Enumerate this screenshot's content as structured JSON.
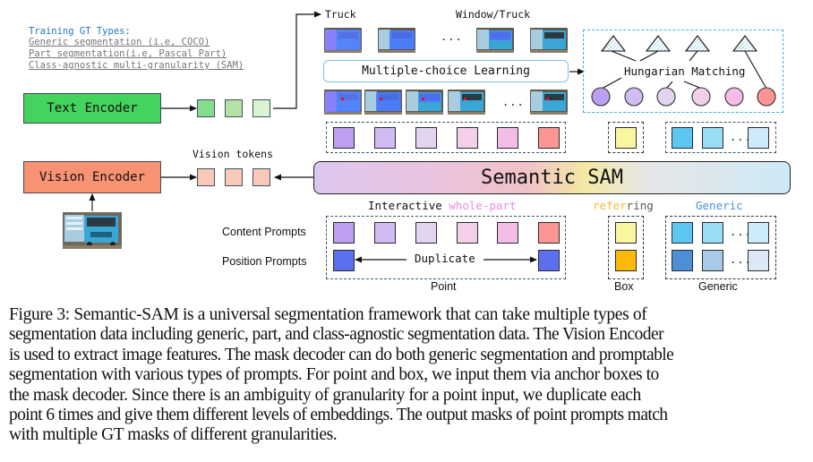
{
  "training_gt": {
    "title": "Training GT Types:",
    "items": [
      "Generic segmentation (i.e, COCO)",
      "Part segmentation(i.e, Pascal Part)",
      "Class-agnostic multi-granularity (SAM)"
    ]
  },
  "encoders": {
    "text": "Text Encoder",
    "vision": "Vision Encoder",
    "text_color": "#44d35c",
    "vision_color": "#f79272"
  },
  "tokens": {
    "text_colors": [
      "#86dd90",
      "#b3e3a4",
      "#d9f3d3"
    ],
    "vision_label": "Vision tokens",
    "vision_colors": [
      "#f9c8b6",
      "#f9c8b6",
      "#f9c8b6"
    ]
  },
  "outputs": {
    "truck_label": "Truck",
    "window_truck_label": "Window/Truck",
    "ellipsis": "...",
    "mcl_label": "Multiple-choice Learning"
  },
  "hungarian": {
    "label": "Hungarian Matching",
    "circle_colors": [
      "#bc9ff0",
      "#d0bcf2",
      "#e2d4ee",
      "#f2d0ea",
      "#f5bce9",
      "#fd9595"
    ]
  },
  "queries": {
    "interactive_colors": [
      "#bc9ff0",
      "#d0bcf2",
      "#e2d4ee",
      "#f2d0ea",
      "#f5bce9",
      "#fd9595"
    ],
    "referring_color": "#fbf5a0",
    "generic_colors": [
      "#5bc7f2",
      "#98dcf5",
      "#cdebfa"
    ],
    "ellipsis": "..."
  },
  "sam": {
    "label": "Semantic SAM"
  },
  "task_labels": {
    "interactive": "Interactive",
    "whole_part": "whole-part",
    "refer_a": "refer",
    "refer_b": "ring",
    "generic": "Generic",
    "whole_part_color": "#e98ae5",
    "refer_color": "#f7b83a",
    "generic_color": "#4a90d9"
  },
  "prompts": {
    "content_label": "Content Prompts",
    "position_label": "Position Prompts",
    "duplicate_label": "Duplicate",
    "content_colors": [
      "#bc9ff0",
      "#d0bcf2",
      "#e2d4ee",
      "#f2d0ea",
      "#f5bce9",
      "#fd9595"
    ],
    "position_color": "#5b70ef",
    "box_colors": [
      "#fbf5a0",
      "#fdb90a"
    ],
    "generic_top": [
      "#5bc7f2",
      "#98dcf5",
      "#cdebfa"
    ],
    "generic_bottom": [
      "#4d8fd6",
      "#a7c9ea",
      "#dde8f5"
    ],
    "point_label": "Point",
    "box_label": "Box",
    "generic_label": "Generic"
  },
  "caption": {
    "lines": [
      "Figure 3: Semantic-SAM is a universal segmentation framework that can take multiple types of",
      "segmentation data including generic, part, and class-agnostic segmentation data. The Vision Encoder",
      "is used to extract image features. The mask decoder can do both generic segmentation and promptable",
      "segmentation with various types of prompts. For point and box, we input them via anchor boxes to",
      "the mask decoder. Since there is an ambiguity of granularity for a point input, we duplicate each",
      "point 6 times and give them different levels of embeddings. The output masks of point prompts match",
      "with multiple GT masks of different granularities."
    ]
  }
}
